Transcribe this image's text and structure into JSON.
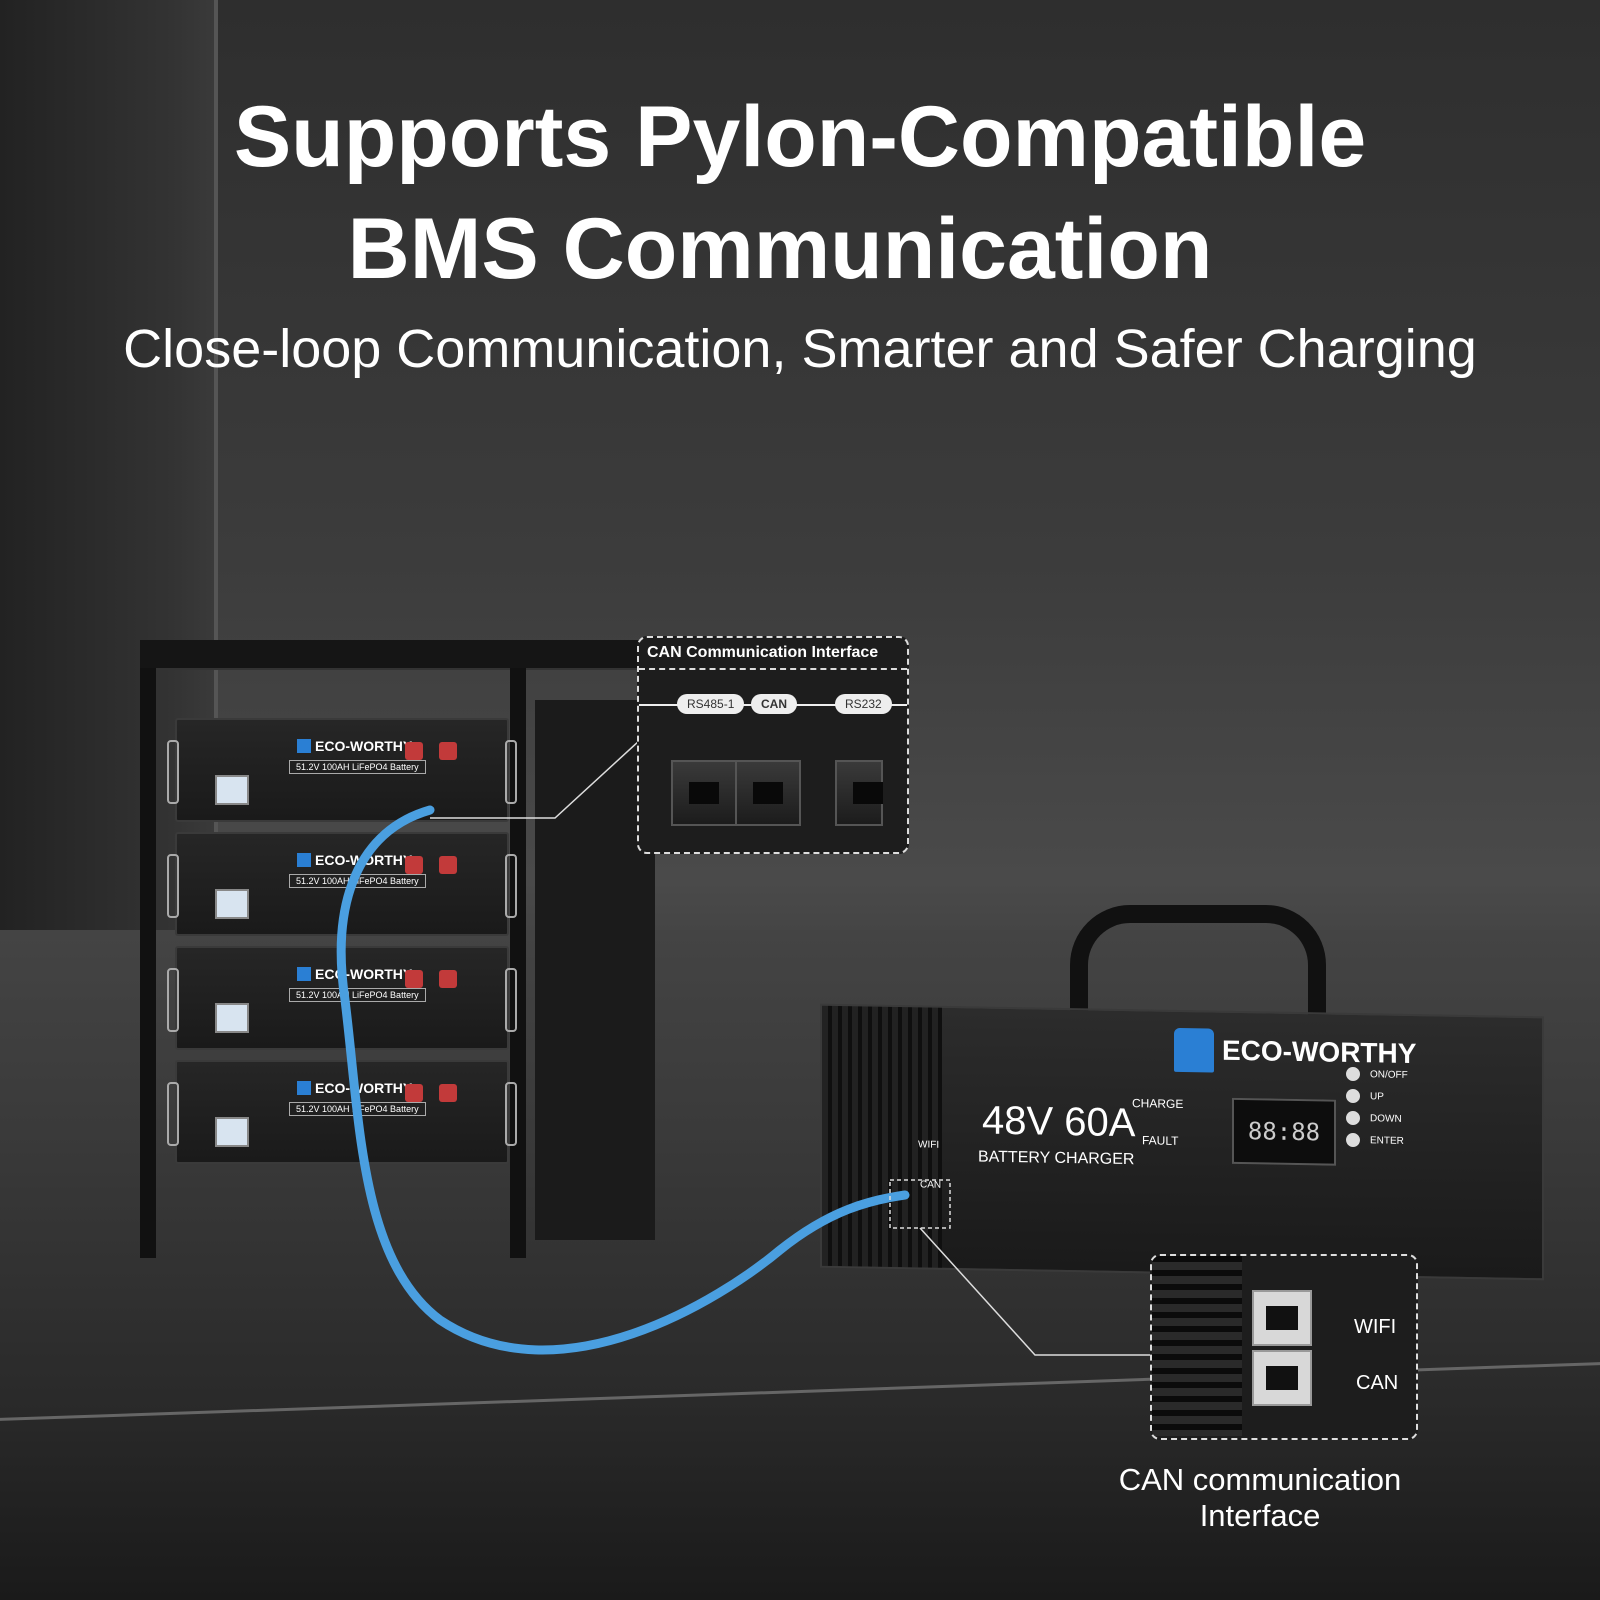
{
  "title_line1": "Supports Pylon-Compatible",
  "title_line2": "BMS Communication",
  "subtitle": "Close-loop Communication, Smarter and Safer Charging",
  "battery": {
    "brand": "ECO-WORTHY",
    "label": "51.2V 100AH LiFePO4 Battery"
  },
  "top_callout": {
    "title": "CAN Communication Interface",
    "ports": [
      "RS485-1",
      "CAN",
      "RS232"
    ]
  },
  "charger": {
    "brand": "ECO-WORTHY",
    "spec": "48V  60A",
    "name": "BATTERY CHARGER",
    "led_charge": "CHARGE",
    "led_fault": "FAULT",
    "lcd": "88:88",
    "buttons": [
      "ON/OFF",
      "UP",
      "DOWN",
      "ENTER"
    ],
    "port_wifi": "WIFI",
    "port_can": "CAN"
  },
  "bottom_callout": {
    "wifi_label": "WIFI",
    "can_label": "CAN",
    "caption_line1": "CAN communication",
    "caption_line2": "Interface"
  },
  "colors": {
    "cable": "#4a9fe0",
    "brand_blue": "#2a7fd4",
    "terminal_red": "#c23a3a"
  }
}
